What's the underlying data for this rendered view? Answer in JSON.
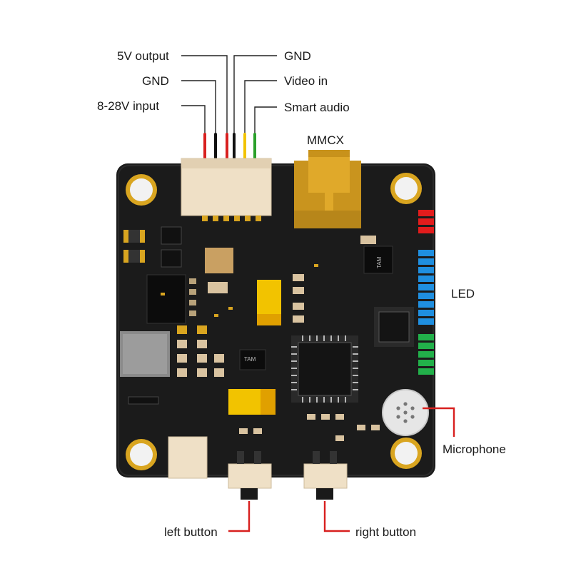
{
  "labels": {
    "v5_output": "5V output",
    "gnd_left": "GND",
    "input_8_28v": "8-28V input",
    "gnd_right": "GND",
    "video_in": "Video in",
    "smart_audio": "Smart audio",
    "mmcx": "MMCX",
    "led": "LED",
    "microphone": "Microphone",
    "left_button": "left button",
    "right_button": "right button"
  },
  "chip_markings": {
    "small_ic": "TAM",
    "small_ic_2": "TAM"
  },
  "colors": {
    "board": "#1b1b1b",
    "gold": "#d9a520",
    "connector": "#efe0c6",
    "leader_red": "#d8201f",
    "wire_red": "#d8201f",
    "wire_black": "#111111",
    "wire_yellow": "#f2c300",
    "wire_green": "#2aa02a",
    "led_red": "#e21c1c",
    "led_blue": "#1f8fe0",
    "led_green": "#22b04a"
  },
  "wires": [
    "red",
    "black",
    "red",
    "black",
    "yellow",
    "green"
  ]
}
